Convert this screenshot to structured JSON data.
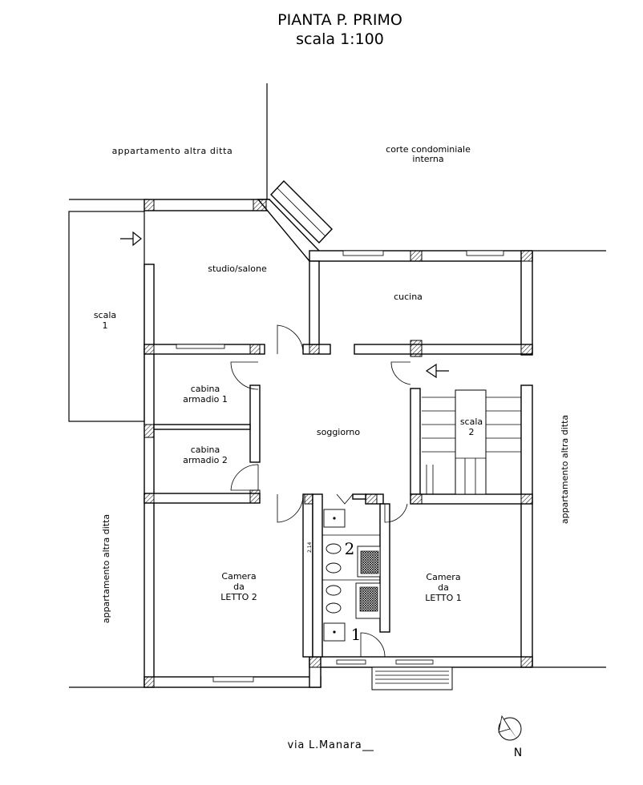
{
  "title": {
    "line1": "PIANTA P. PRIMO",
    "line2": "scala 1:100"
  },
  "labels": {
    "appartamento_top": "appartamento altra ditta",
    "corte_1": "corte condominiale",
    "corte_2": "interna",
    "studio": "studio/salone",
    "cucina": "cucina",
    "scala1_a": "scala",
    "scala1_b": "1",
    "cabina1_a": "cabina",
    "cabina1_b": "armadio 1",
    "cabina2_a": "cabina",
    "cabina2_b": "armadio 2",
    "soggiorno": "soggiorno",
    "scala2_a": "scala",
    "scala2_b": "2",
    "appartamento_right": "appartamento altra ditta",
    "appartamento_left": "appartamento altra ditta",
    "camera2_a": "Camera",
    "camera2_b": "da",
    "camera2_c": "LETTO 2",
    "camera1_a": "Camera",
    "camera1_b": "da",
    "camera1_c": "LETTO 1",
    "bagno1": "1",
    "bagno2": "2",
    "dim": "2.14",
    "street": "via L.Manara",
    "north": "N"
  }
}
